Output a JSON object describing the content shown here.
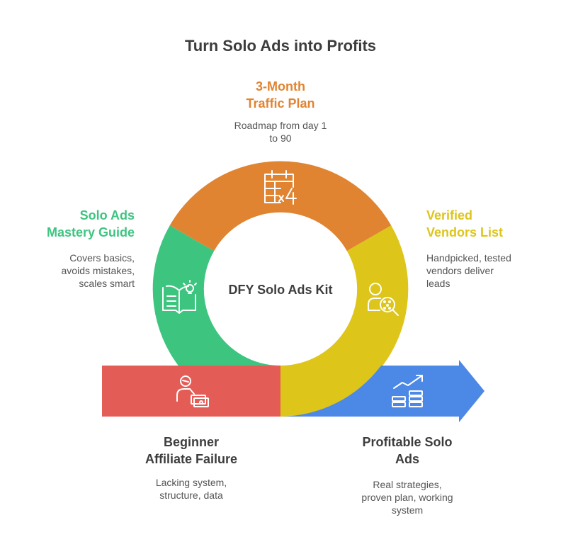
{
  "title": "Turn Solo Ads into Profits",
  "center_label": "DFY Solo Ads Kit",
  "colors": {
    "traffic": "#E08431",
    "vendors": "#DDC51A",
    "guide": "#3DC580",
    "failure": "#E45C56",
    "profit": "#4C88E5",
    "heading_dark": "#3d3d3d",
    "text_gray": "#555555"
  },
  "stages": {
    "traffic": {
      "heading": "3-Month\nTraffic Plan",
      "description": "Roadmap from day 1\nto 90",
      "icon": "calendar-icon"
    },
    "vendors": {
      "heading": "Verified\nVendors List",
      "description": "Handpicked, tested\nvendors deliver\nleads",
      "icon": "user-search-icon"
    },
    "guide": {
      "heading": "Solo Ads\nMastery Guide",
      "description": "Covers basics,\navoids mistakes,\nscales smart",
      "icon": "book-lightbulb-icon"
    },
    "failure": {
      "heading": "Beginner\nAffiliate Failure",
      "description": "Lacking system,\nstructure, data",
      "icon": "frustrated-person-money-icon"
    },
    "profit": {
      "heading": "Profitable Solo\nAds",
      "description": "Real strategies,\nproven plan, working\nsystem",
      "icon": "growth-chart-coins-icon"
    }
  }
}
